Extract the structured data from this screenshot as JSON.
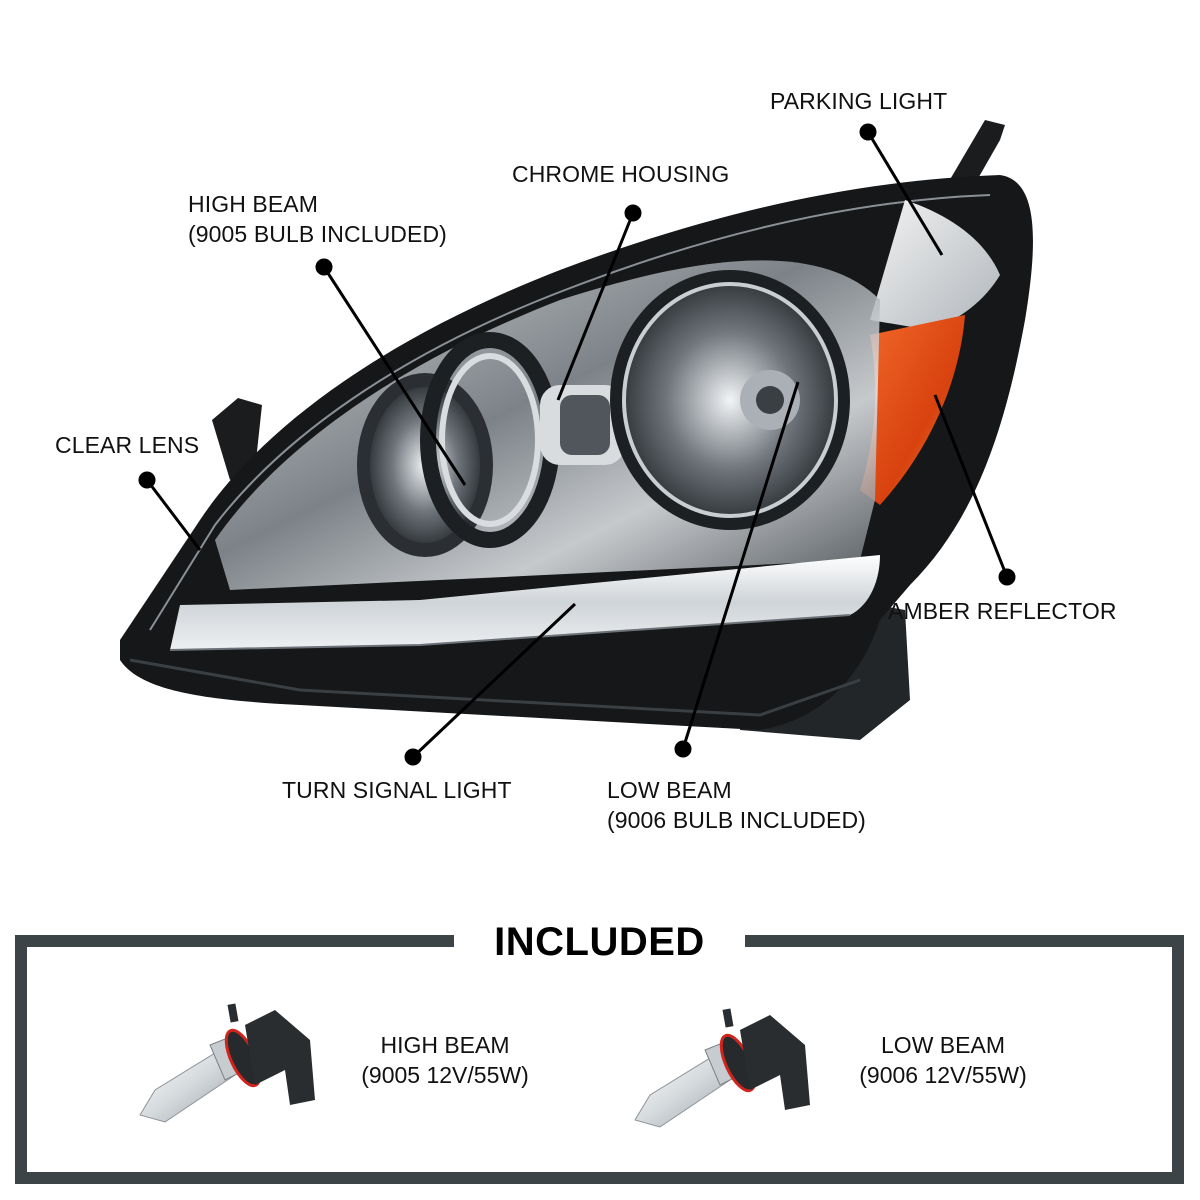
{
  "diagram": {
    "subject": "Headlight assembly (black housing, clear lens, amber reflector)",
    "callouts": {
      "parking_light": "PARKING LIGHT",
      "chrome_housing": "CHROME HOUSING",
      "high_beam_line1": "HIGH BEAM",
      "high_beam_line2": "(9005 BULB INCLUDED)",
      "clear_lens": "CLEAR LENS",
      "amber_reflector": "AMBER REFLECTOR",
      "turn_signal_light": "TURN SIGNAL LIGHT",
      "low_beam_line1": "LOW BEAM",
      "low_beam_line2": "(9006 BULB INCLUDED)"
    }
  },
  "included": {
    "title": "INCLUDED",
    "items": [
      {
        "line1": "HIGH BEAM",
        "line2": "(9005 12V/55W)"
      },
      {
        "line1": "LOW BEAM",
        "line2": "(9006 12V/55W)"
      }
    ]
  },
  "colors": {
    "frame": "#3d4447",
    "amber": "#e8501a",
    "housing": "#151719",
    "chrome": "#c9ced3",
    "bulb_ring": "#d0241c"
  }
}
